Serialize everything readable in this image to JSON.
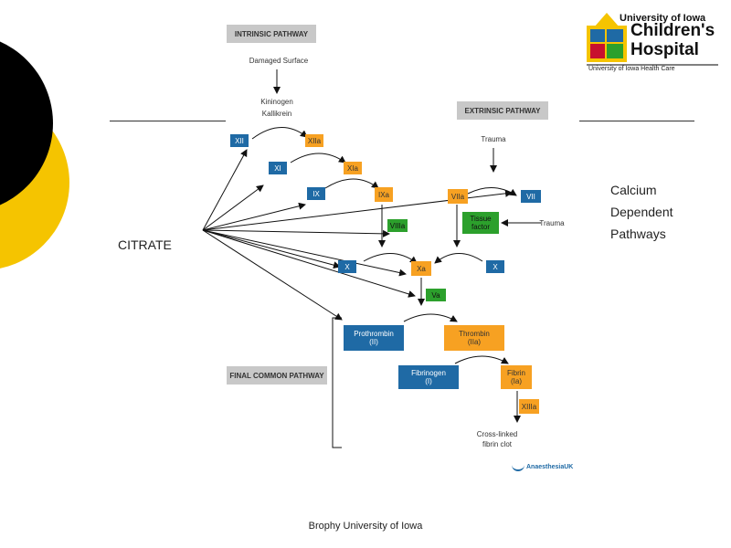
{
  "headers": {
    "intrinsic": "INTRINSIC PATHWAY",
    "extrinsic": "EXTRINSIC PATHWAY",
    "final": "FINAL COMMON PATHWAY"
  },
  "labels": {
    "damaged_surface": "Damaged Surface",
    "kininogen": "Kininogen",
    "kallikrein": "Kallikrein",
    "trauma_top": "Trauma",
    "trauma_side": "Trauma",
    "cross_linked_1": "Cross-linked",
    "cross_linked_2": "fibrin clot"
  },
  "factors": {
    "xii": "XII",
    "xiia": "XIIa",
    "xi": "XI",
    "xia": "XIa",
    "ix": "IX",
    "ixa": "IXa",
    "viiia": "VIIIa",
    "viia": "VIIa",
    "vii": "VII",
    "tissue_factor": "Tissue factor",
    "x_left": "X",
    "xa": "Xa",
    "x_right": "X",
    "va": "Va",
    "prothrombin_1": "Prothrombin",
    "prothrombin_2": "(II)",
    "thrombin_1": "Thrombin",
    "thrombin_2": "(IIa)",
    "fibrinogen_1": "Fibrinogen",
    "fibrinogen_2": "(I)",
    "fibrin_1": "Fibrin",
    "fibrin_2": "(Ia)",
    "xiiia": "XIIIa"
  },
  "side_text": {
    "citrate": "CITRATE",
    "calcium_1": "Calcium",
    "calcium_2": "Dependent",
    "calcium_3": "Pathways"
  },
  "logo": {
    "line1": "University of Iowa",
    "line2": "Children's",
    "line3": "Hospital",
    "line4": "University of Iowa Health Care"
  },
  "credit": "AnaesthesiaUK",
  "footer": "Brophy University of Iowa",
  "colors": {
    "blue": "#1f6aa5",
    "orange": "#f7a122",
    "green": "#2ca02c",
    "yellow": "#f5c400",
    "black": "#000000"
  }
}
